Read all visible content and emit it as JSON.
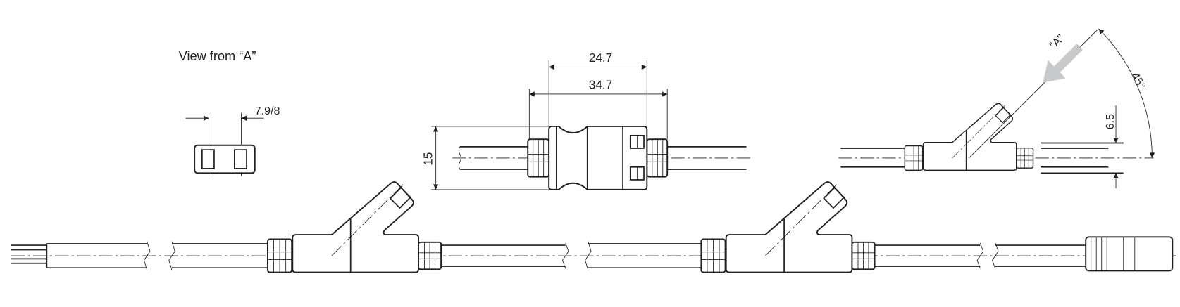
{
  "view_label": "View from “A”",
  "dimensions": {
    "terminal_pitch": "7.9/8",
    "body_length": "24.7",
    "overall_length": "34.7",
    "height": "15",
    "cable_offset": "6.5",
    "angle": "45°"
  },
  "view_arrow_label": "“A”",
  "colors": {
    "line": "#231f20",
    "view_arrow": "#c8c9ca"
  }
}
